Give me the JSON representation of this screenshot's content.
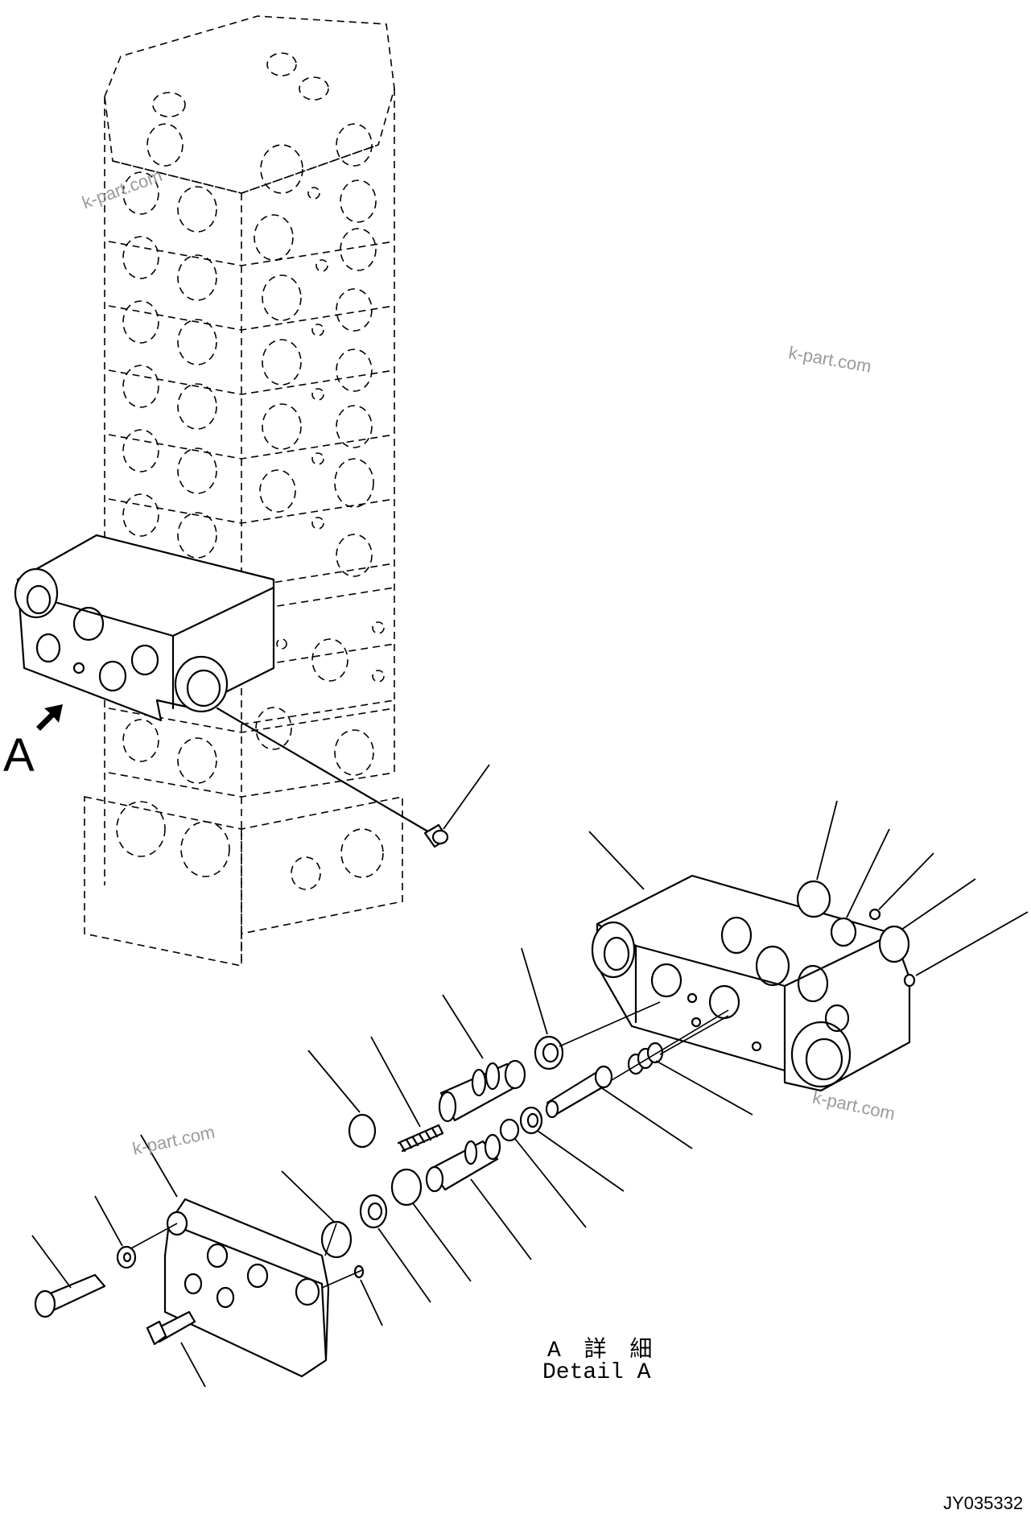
{
  "view_label": "A",
  "detail": {
    "title_jp": "A 詳 細",
    "title_en": "Detail A"
  },
  "drawing_number": "JY035332",
  "watermarks": [
    "k-part.com",
    "k-part.com",
    "k-part.com",
    "k-part.com"
  ]
}
